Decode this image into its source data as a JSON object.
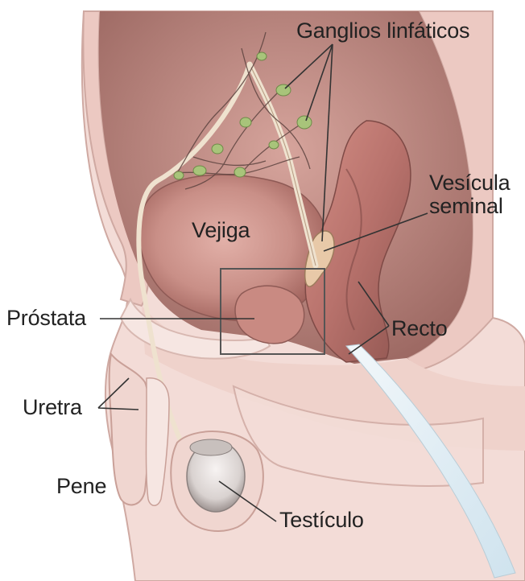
{
  "labels": {
    "ganglios": "Ganglios linfáticos",
    "vesicula_line1": "Vesícula",
    "vesicula_line2": "seminal",
    "vejiga": "Vejiga",
    "prostata": "Próstata",
    "recto": "Recto",
    "uretra": "Uretra",
    "pene": "Pene",
    "testiculo": "Testículo"
  },
  "colors": {
    "skin": "#f3dcd7",
    "skin_shadow": "#e6c2bb",
    "cavity": "#b57f78",
    "bladder": "#c98f87",
    "rectum": "#b8726c",
    "lymph_node": "#a8c47a",
    "label_line": "#333333",
    "highlight_box": "#555555"
  }
}
